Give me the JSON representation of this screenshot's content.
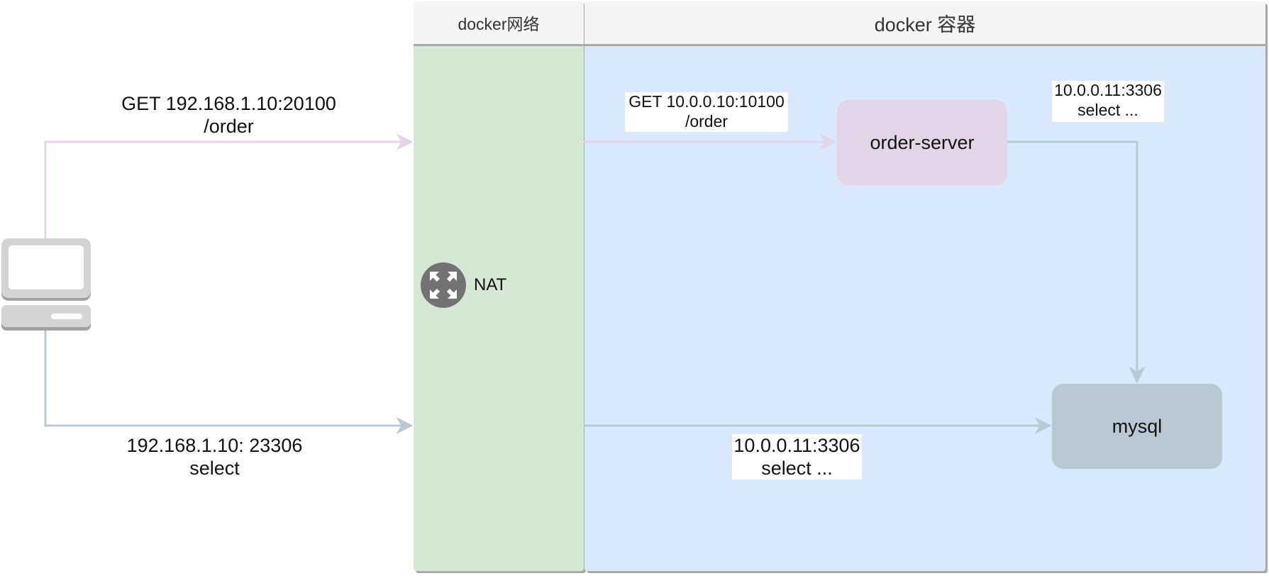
{
  "lanes": {
    "docker_network": {
      "title": "docker网络"
    },
    "docker_container": {
      "title": "docker 容器"
    }
  },
  "nodes": {
    "order_server": {
      "label": "order-server"
    },
    "mysql": {
      "label": "mysql"
    },
    "nat": {
      "label": "NAT",
      "icon": "nat-icon"
    },
    "client": {
      "icon": "computer-icon"
    }
  },
  "edges": {
    "external_get": "GET 192.168.1.10:20100\n/order",
    "external_select": "192.168.1.10: 23306\nselect",
    "internal_get": "GET 10.0.0.10:10100\n/order",
    "internal_select": "10.0.0.11:3306\nselect ...",
    "order_to_mysql": "10.0.0.11:3306\nselect ..."
  },
  "colors": {
    "network_lane": "#d5e8d4",
    "container_lane": "#dae8fc",
    "lane_header": "#f5f5f5",
    "order_server": "#e1d5e7",
    "mysql": "#bac8d3",
    "request_edge": "#e1d5e7",
    "db_edge": "#bac8d3",
    "icon_gray": "#737373"
  }
}
